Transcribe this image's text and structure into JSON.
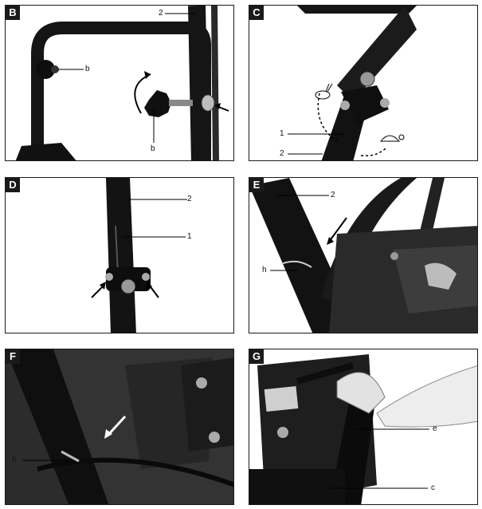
{
  "panels": [
    {
      "id": "B",
      "labels": [
        "2",
        "b",
        "b"
      ]
    },
    {
      "id": "C",
      "labels": [
        "1",
        "2"
      ]
    },
    {
      "id": "D",
      "labels": [
        "2",
        "1"
      ]
    },
    {
      "id": "E",
      "labels": [
        "2",
        "h"
      ]
    },
    {
      "id": "F",
      "labels": [
        "h"
      ]
    },
    {
      "id": "G",
      "labels": [
        "e",
        "c"
      ]
    }
  ],
  "icons": {
    "slow": "turtle-icon",
    "fast": "hare-icon"
  }
}
